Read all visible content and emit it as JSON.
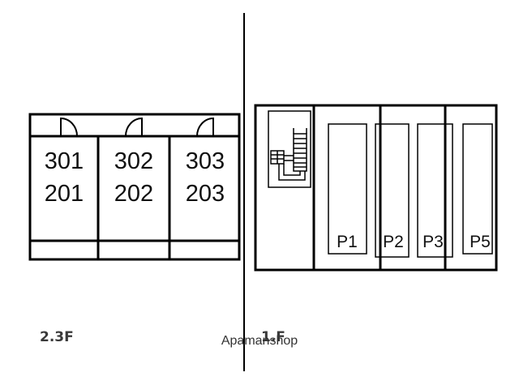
{
  "upper_floors": {
    "label": "2.3F",
    "units": [
      {
        "top": "301",
        "bottom": "201"
      },
      {
        "top": "302",
        "bottom": "202"
      },
      {
        "top": "303",
        "bottom": "203"
      }
    ]
  },
  "ground_floor": {
    "label": "1.F",
    "parking": [
      "P1",
      "P2",
      "P3",
      "P5"
    ]
  },
  "watermark": "Apamanshop"
}
